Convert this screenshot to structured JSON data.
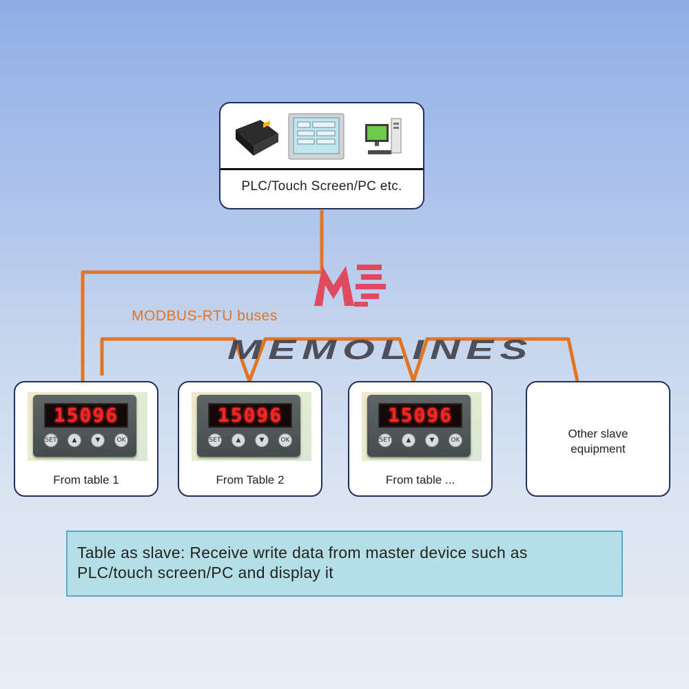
{
  "master": {
    "label": "PLC/Touch Screen/PC etc.",
    "icons": [
      "plc-icon",
      "touch-screen-icon",
      "desktop-pc-icon"
    ]
  },
  "bus": {
    "label": "MODBUS-RTU buses",
    "color": "#e07526"
  },
  "slaves": [
    {
      "label": "From table 1",
      "display": "15096",
      "buttons": [
        "SET",
        "▲",
        "▼",
        "OK"
      ]
    },
    {
      "label": "From Table 2",
      "display": "15096",
      "buttons": [
        "SET",
        "▲",
        "▼",
        "OK"
      ]
    },
    {
      "label": "From table ...",
      "display": "15096",
      "buttons": [
        "SET",
        "▲",
        "▼",
        "OK"
      ]
    },
    {
      "label": "Other slave\nequipment"
    }
  ],
  "note": {
    "text": "Table as slave: Receive write data from master device such as PLC/touch screen/PC and display it"
  },
  "watermark": {
    "text": "MEMOLINES",
    "logo_letter": "M",
    "color": "#e04a5f"
  }
}
